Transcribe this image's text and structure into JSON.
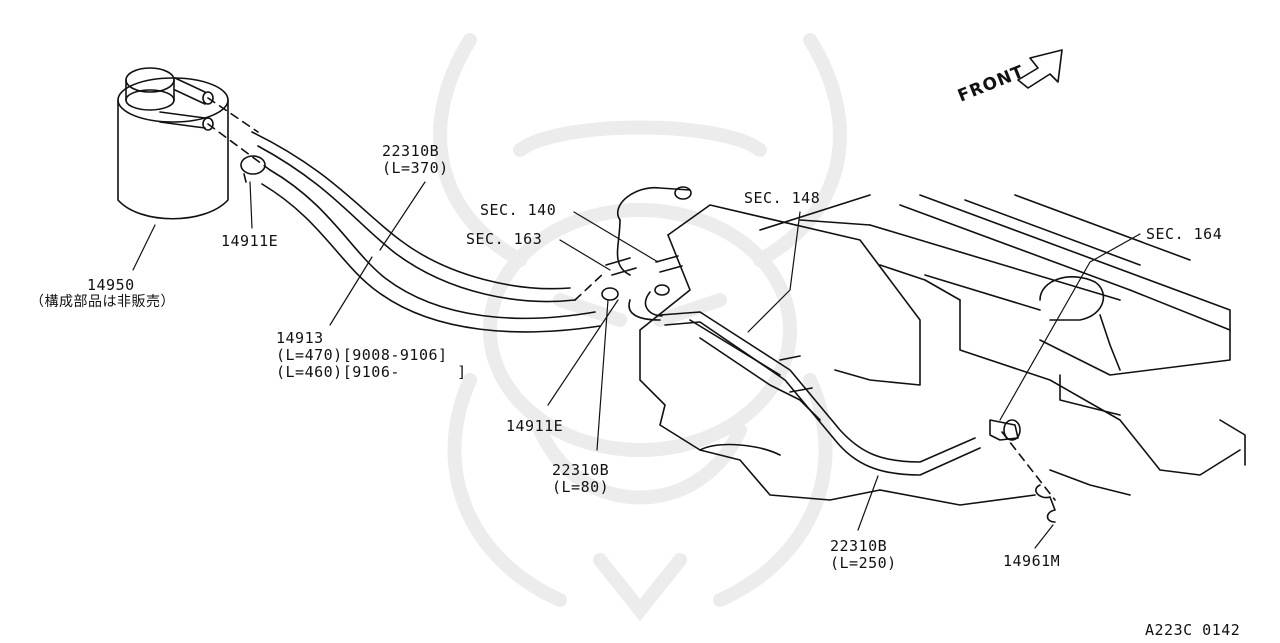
{
  "diagram": {
    "direction_label": "FRONT",
    "figure_code": "A223C 0142",
    "parts": [
      {
        "id": "14950",
        "number": "14950",
        "note": "（構成部品は非販売）"
      },
      {
        "id": "14911E_a",
        "number": "14911E"
      },
      {
        "id": "22310B_a",
        "number": "22310B",
        "length": "(L=370)"
      },
      {
        "id": "14913",
        "number": "14913",
        "spec1": "(L=470)[9008-9106]",
        "spec2": "(L=460)[9106-      ]"
      },
      {
        "id": "sec140",
        "number": "SEC. 140"
      },
      {
        "id": "sec163",
        "number": "SEC. 163"
      },
      {
        "id": "sec148",
        "number": "SEC. 148"
      },
      {
        "id": "sec164",
        "number": "SEC. 164"
      },
      {
        "id": "14911E_b",
        "number": "14911E"
      },
      {
        "id": "22310B_b",
        "number": "22310B",
        "length": "(L=80)"
      },
      {
        "id": "22310B_c",
        "number": "22310B",
        "length": "(L=250)"
      },
      {
        "id": "14961M",
        "number": "14961M"
      }
    ]
  }
}
